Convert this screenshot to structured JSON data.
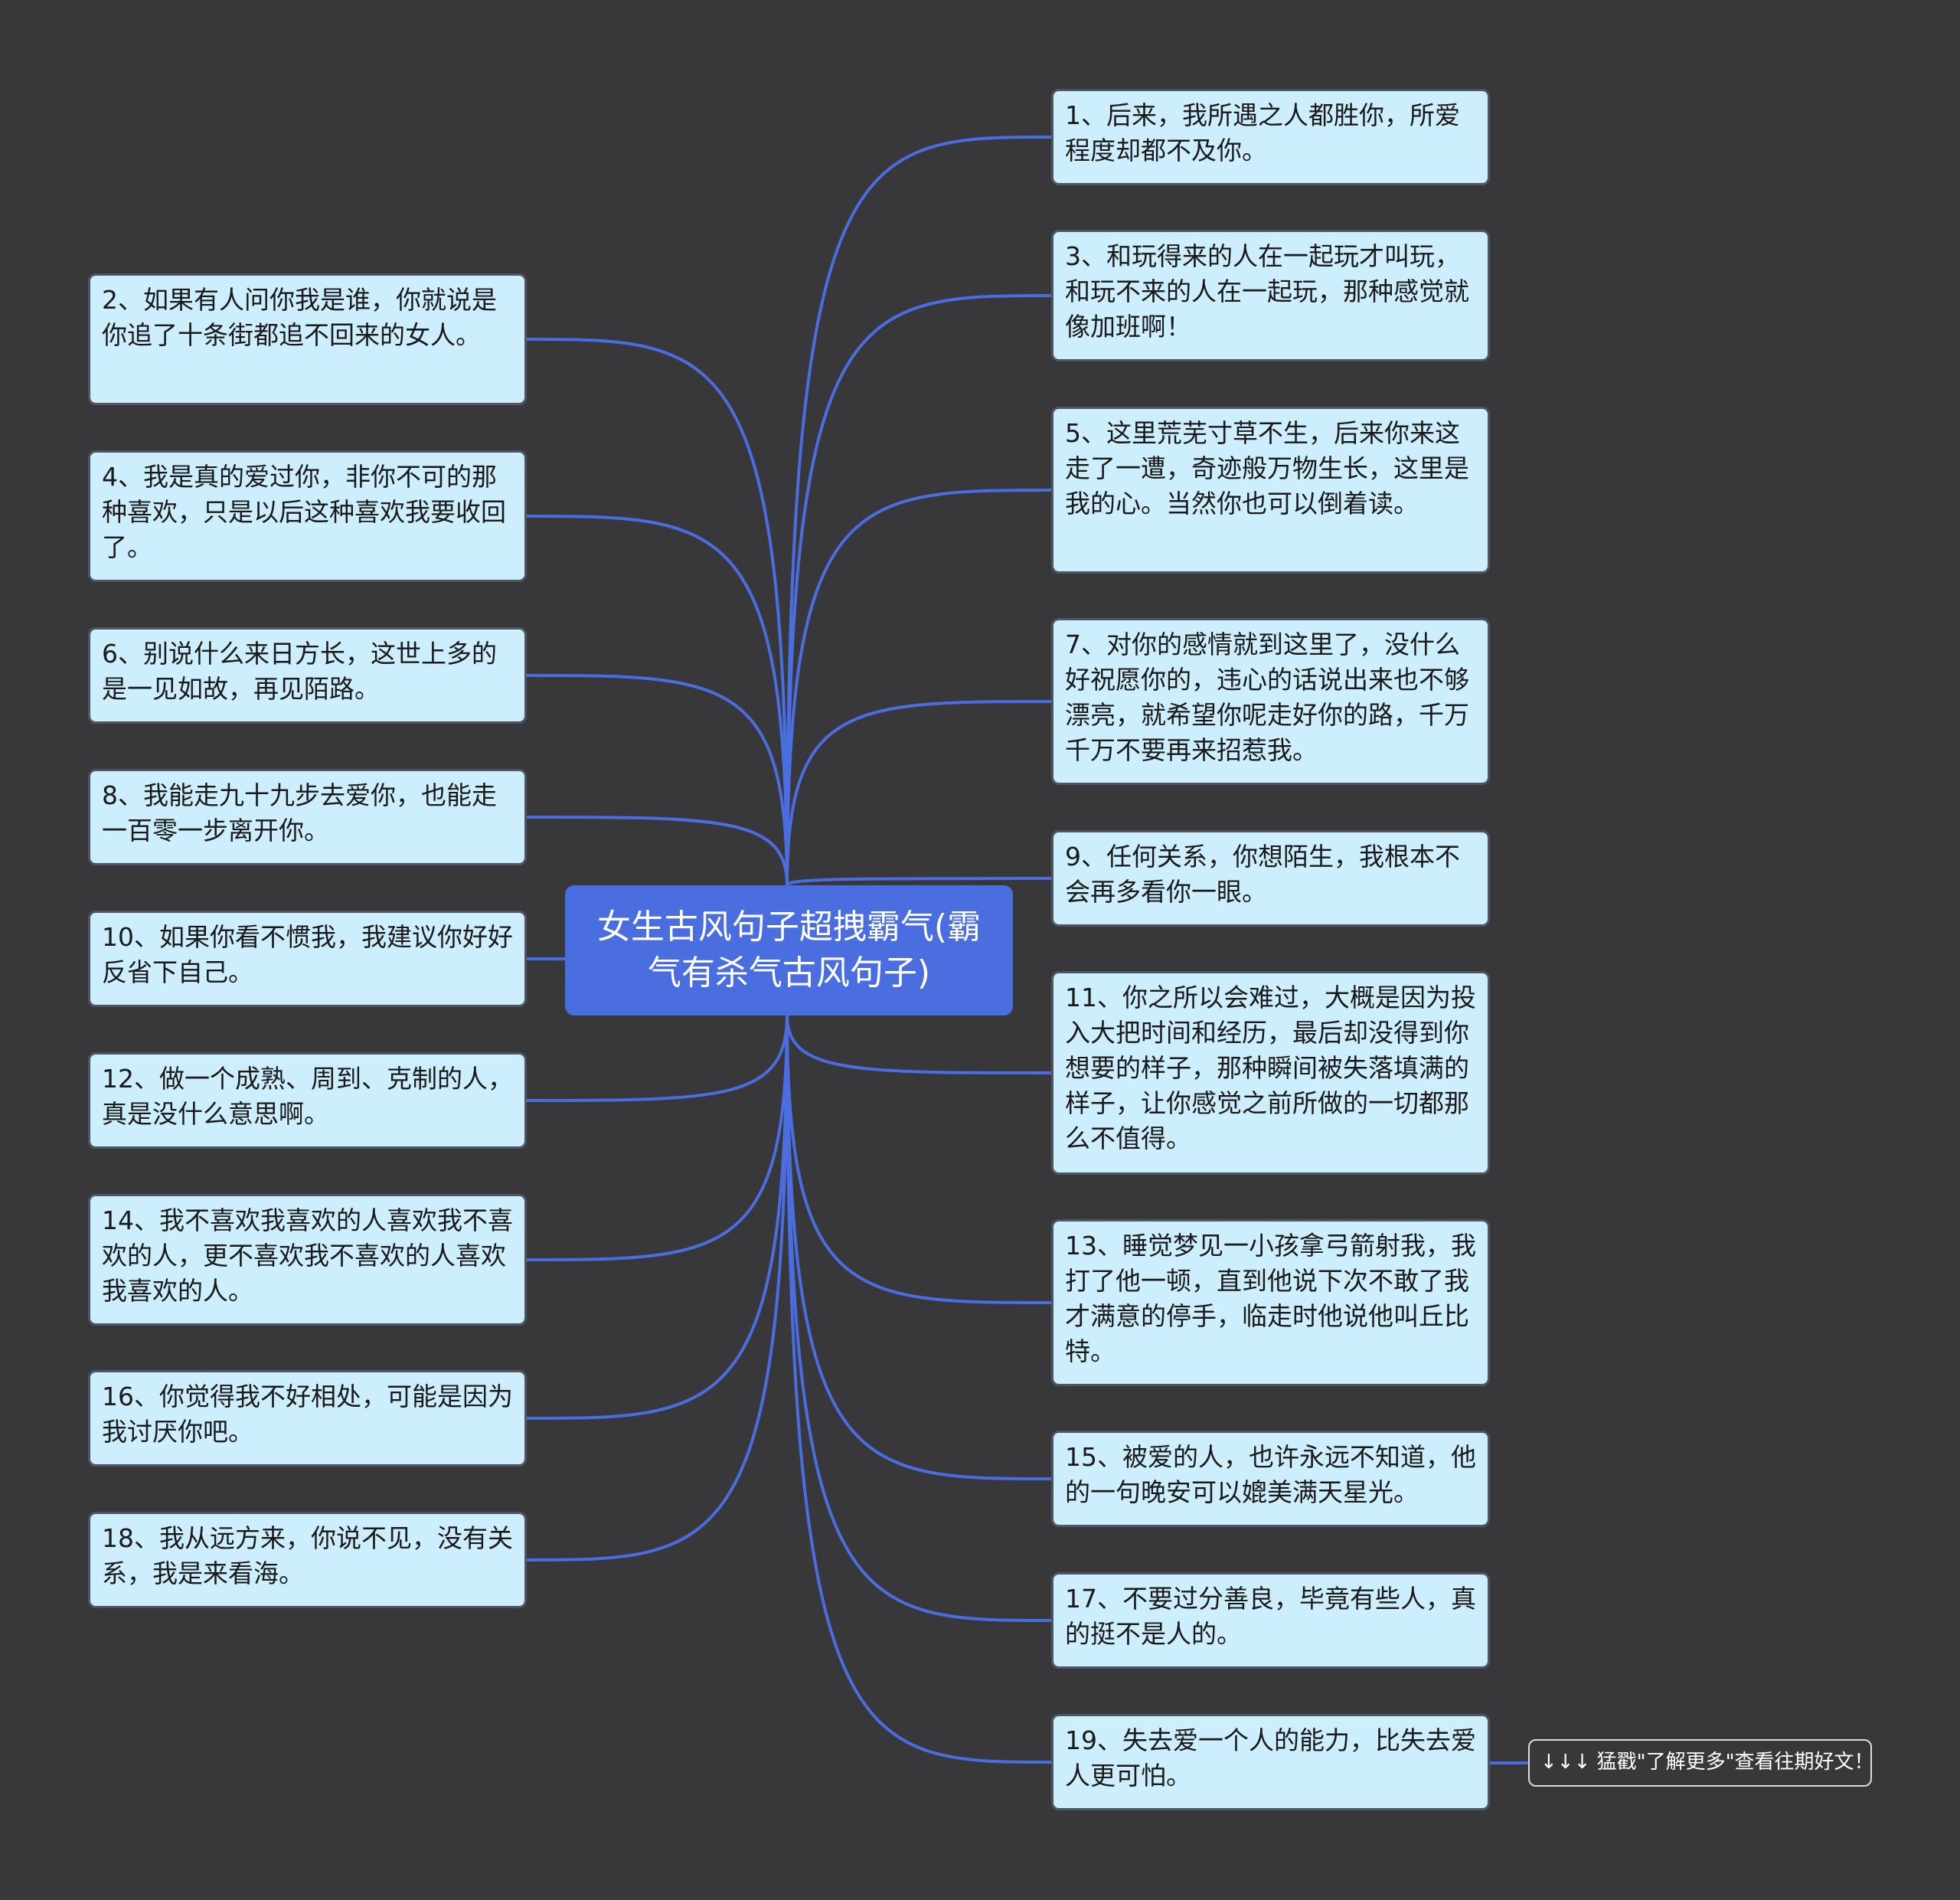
{
  "root": {
    "title": "女生古风句子超拽霸气(霸气有杀气古风句子)"
  },
  "colors": {
    "background": "#38383b",
    "root": "#4a6ee0",
    "node": "#cdeefc",
    "edge": "#4a6ee0"
  },
  "left_nodes": [
    {
      "text": "2、如果有人问你我是谁，你就说是你追了十条街都追不回来的女人。"
    },
    {
      "text": "4、我是真的爱过你，非你不可的那种喜欢，只是以后这种喜欢我要收回了。"
    },
    {
      "text": "6、别说什么来日方长，这世上多的是一见如故，再见陌路。"
    },
    {
      "text": "8、我能走九十九步去爱你，也能走一百零一步离开你。"
    },
    {
      "text": "10、如果你看不惯我，我建议你好好反省下自己。"
    },
    {
      "text": "12、做一个成熟、周到、克制的人，真是没什么意思啊。"
    },
    {
      "text": "14、我不喜欢我喜欢的人喜欢我不喜欢的人，更不喜欢我不喜欢的人喜欢我喜欢的人。"
    },
    {
      "text": "16、你觉得我不好相处，可能是因为我讨厌你吧。"
    },
    {
      "text": "18、我从远方来，你说不见，没有关系，我是来看海。"
    }
  ],
  "right_nodes": [
    {
      "text": "1、后来，我所遇之人都胜你，所爱程度却都不及你。"
    },
    {
      "text": "3、和玩得来的人在一起玩才叫玩，和玩不来的人在一起玩，那种感觉就像加班啊！"
    },
    {
      "text": "5、这里荒芜寸草不生，后来你来这走了一遭，奇迹般万物生长，这里是我的心。当然你也可以倒着读。"
    },
    {
      "text": "7、对你的感情就到这里了，没什么好祝愿你的，违心的话说出来也不够漂亮，就希望你呢走好你的路，千万千万不要再来招惹我。"
    },
    {
      "text": "9、任何关系，你想陌生，我根本不会再多看你一眼。"
    },
    {
      "text": "11、你之所以会难过，大概是因为投入大把时间和经历，最后却没得到你想要的样子，那种瞬间被失落填满的样子，让你感觉之前所做的一切都那么不值得。"
    },
    {
      "text": "13、睡觉梦见一小孩拿弓箭射我，我打了他一顿，直到他说下次不敢了我才满意的停手，临走时他说他叫丘比特。"
    },
    {
      "text": "15、被爱的人，也许永远不知道，他的一句晚安可以媲美满天星光。"
    },
    {
      "text": "17、不要过分善良，毕竟有些人，真的挺不是人的。"
    },
    {
      "text": "19、失去爱一个人的能力，比失去爱人更可怕。"
    }
  ],
  "extra_node": {
    "text": "↓↓↓ 猛戳\"了解更多\"查看往期好文！"
  }
}
